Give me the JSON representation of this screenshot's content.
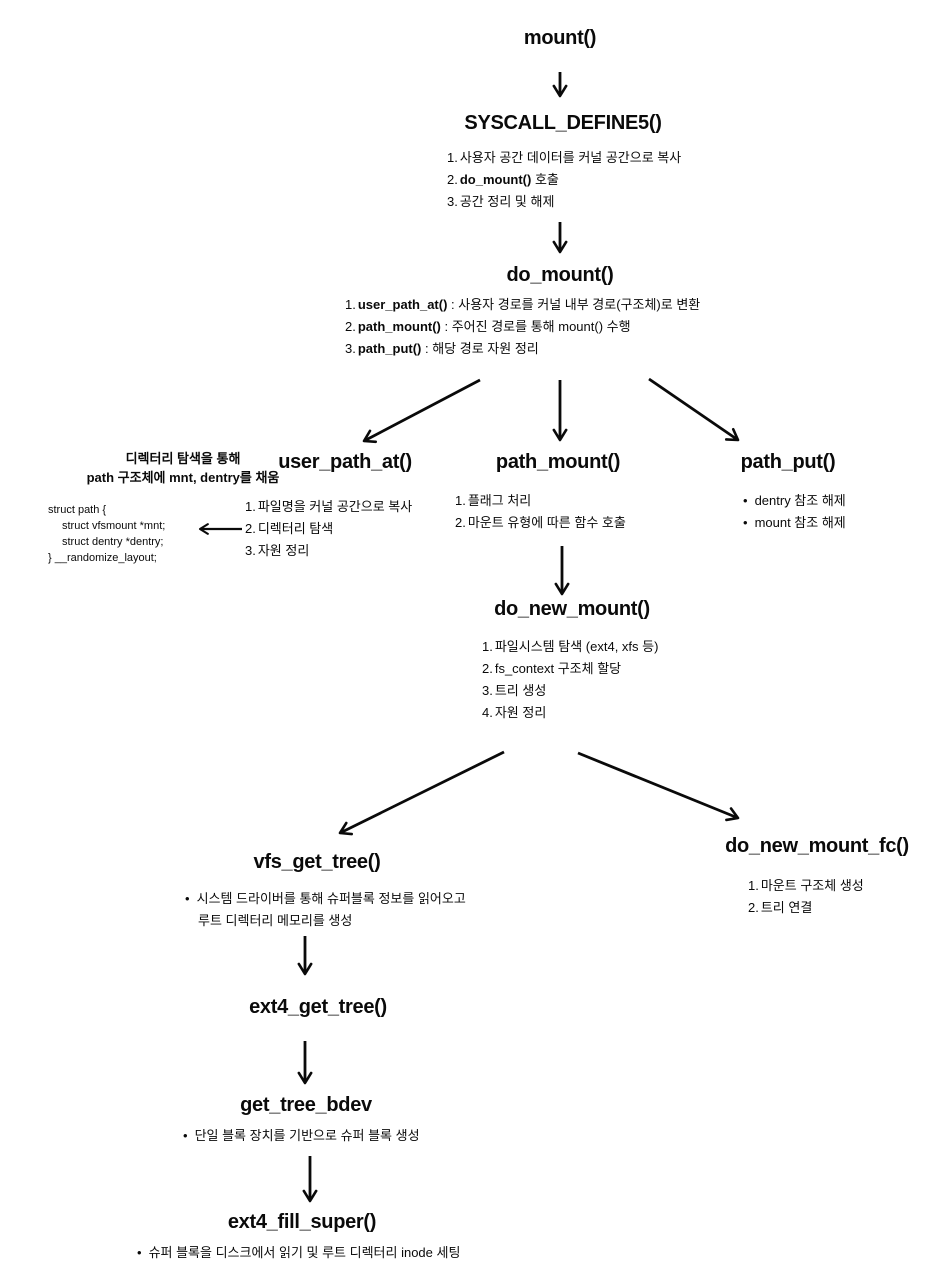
{
  "meta": {
    "background_color": "#ffffff",
    "text_color": "#0a0a0a",
    "diagram_type": "flowchart",
    "topic": "Linux mount() system call flow"
  },
  "nodes": {
    "mount": {
      "title": "mount()"
    },
    "syscall": {
      "title": "SYSCALL_DEFINE5()",
      "items": [
        {
          "marker": "1.",
          "bold": "",
          "text": "사용자 공간 데이터를 커널 공간으로 복사"
        },
        {
          "marker": "2.",
          "bold": "do_mount()",
          "text": " 호출"
        },
        {
          "marker": "3.",
          "bold": "",
          "text": "공간 정리 및 해제"
        }
      ]
    },
    "do_mount": {
      "title": "do_mount()",
      "items": [
        {
          "marker": "1.",
          "bold": "user_path_at()",
          "text": " : 사용자 경로를 커널 내부 경로(구조체)로 변환"
        },
        {
          "marker": "2.",
          "bold": "path_mount()",
          "text": " : 주어진 경로를 통해 mount() 수행"
        },
        {
          "marker": "3.",
          "bold": "path_put()",
          "text": " : 해당 경로 자원 정리"
        }
      ]
    },
    "user_path_at": {
      "title": "user_path_at()",
      "items": [
        {
          "marker": "1.",
          "bold": "",
          "text": "파일명을 커널 공간으로 복사"
        },
        {
          "marker": "2.",
          "bold": "",
          "text": "디렉터리 탐색"
        },
        {
          "marker": "3.",
          "bold": "",
          "text": "자원 정리"
        }
      ]
    },
    "path_mount": {
      "title": "path_mount()",
      "items": [
        {
          "marker": "1.",
          "bold": "",
          "text": "플래그 처리"
        },
        {
          "marker": "2.",
          "bold": "",
          "text": "마운트 유형에 따른 함수 호출"
        }
      ]
    },
    "path_put": {
      "title": "path_put()",
      "items": [
        {
          "marker": "•",
          "bold": "",
          "text": "dentry 참조 해제"
        },
        {
          "marker": "•",
          "bold": "",
          "text": "mount 참조 해제"
        }
      ]
    },
    "do_new_mount": {
      "title": "do_new_mount()",
      "items": [
        {
          "marker": "1.",
          "bold": "",
          "text": "파일시스템 탐색 (ext4, xfs 등)"
        },
        {
          "marker": "2.",
          "bold": "",
          "text": "fs_context 구조체 할당"
        },
        {
          "marker": "3.",
          "bold": "",
          "text": "트리 생성"
        },
        {
          "marker": "4.",
          "bold": "",
          "text": "자원 정리"
        }
      ]
    },
    "vfs_get_tree": {
      "title": "vfs_get_tree()",
      "items": [
        {
          "marker": "•",
          "line1": "시스템 드라이버를 통해 슈퍼블록 정보를 읽어오고",
          "line2": "루트 디렉터리 메모리를 생성"
        }
      ]
    },
    "do_new_mount_fc": {
      "title": "do_new_mount_fc()",
      "items": [
        {
          "marker": "1.",
          "bold": "",
          "text": "마운트 구조체 생성"
        },
        {
          "marker": "2.",
          "bold": "",
          "text": "트리 연결"
        }
      ]
    },
    "ext4_get_tree": {
      "title": "ext4_get_tree()"
    },
    "get_tree_bdev": {
      "title": "get_tree_bdev",
      "items": [
        {
          "marker": "•",
          "bold": "",
          "text": "단일 블록 장치를 기반으로 슈퍼 블록 생성"
        }
      ]
    },
    "ext4_fill_super": {
      "title": "ext4_fill_super()",
      "items": [
        {
          "marker": "•",
          "bold": "",
          "text": "슈퍼 블록을 디스크에서 읽기 및 루트 디렉터리 inode 세팅"
        }
      ]
    },
    "path_struct_note": {
      "title_line1": "디렉터리 탐색을 통해",
      "title_line2": "path 구조체에 mnt, dentry를 채움",
      "code_lines": [
        "struct path {",
        "struct vfsmount *mnt;",
        "struct dentry *dentry;",
        "} __randomize_layout;"
      ]
    }
  }
}
